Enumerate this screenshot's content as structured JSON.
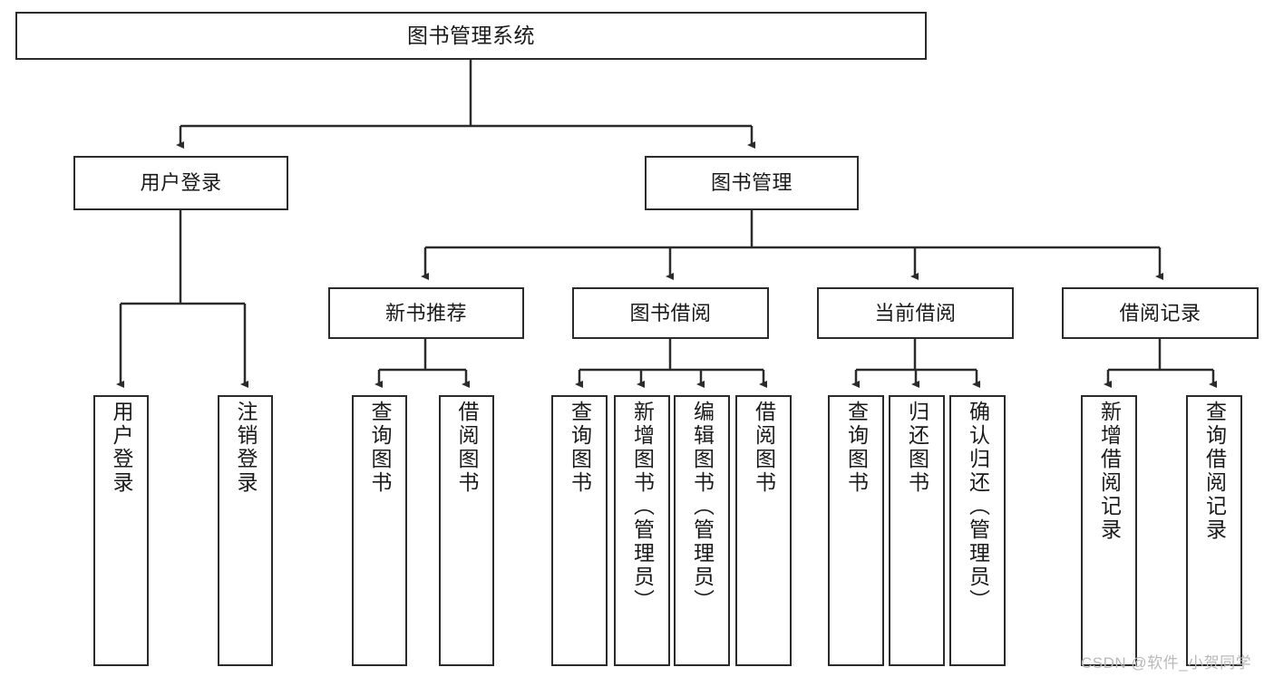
{
  "diagram": {
    "type": "tree",
    "title": "图书管理系统",
    "watermark": "CSDN @软件_小贺同学",
    "colors": {
      "stroke": "#2b2b2b",
      "fill": "#ffffff",
      "text": "#1a1a1a",
      "watermark": "#b9b9b9"
    },
    "levels": {
      "root": {
        "label": "图书管理系统"
      },
      "level2": [
        {
          "label": "用户登录"
        },
        {
          "label": "图书管理"
        }
      ],
      "level3": [
        {
          "label": "新书推荐"
        },
        {
          "label": "图书借阅"
        },
        {
          "label": "当前借阅"
        },
        {
          "label": "借阅记录"
        }
      ],
      "leaves": {
        "user_login": [
          {
            "label": "用户登录"
          },
          {
            "label": "注销登录"
          }
        ],
        "new_book": [
          {
            "label": "查询图书"
          },
          {
            "label": "借阅图书"
          }
        ],
        "borrow_book": [
          {
            "label": "查询图书"
          },
          {
            "label": "新增图书（管理员）"
          },
          {
            "label": "编辑图书（管理员）"
          },
          {
            "label": "借阅图书"
          }
        ],
        "current_borrow": [
          {
            "label": "查询图书"
          },
          {
            "label": "归还图书"
          },
          {
            "label": "确认归还（管理员）"
          }
        ],
        "borrow_record": [
          {
            "label": "新增借阅记录"
          },
          {
            "label": "查询借阅记录"
          }
        ]
      }
    }
  }
}
